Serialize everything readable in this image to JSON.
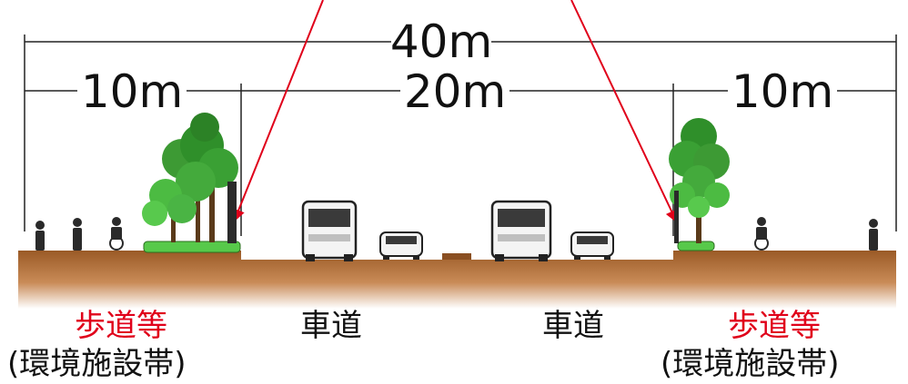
{
  "dimensions": {
    "total": "40m",
    "left_sidewalk": "10m",
    "roadway": "20m",
    "right_sidewalk": "10m"
  },
  "zones": {
    "left_sidewalk_name": "歩道等",
    "left_sidewalk_sub": "(環境施設帯)",
    "left_roadway": "車道",
    "right_roadway": "車道",
    "right_sidewalk_name": "歩道等",
    "right_sidewalk_sub": "(環境施設帯)"
  },
  "colors": {
    "accent_red": "#e0001a",
    "ground_brown": "#a0622c",
    "planting_green": "#57c94a",
    "tree_green": "#2f8f2a"
  },
  "icons": [
    "tree-icon",
    "pedestrian-icon",
    "cyclist-icon",
    "bus-icon",
    "car-icon",
    "noise-barrier-icon",
    "arrow-icon"
  ]
}
